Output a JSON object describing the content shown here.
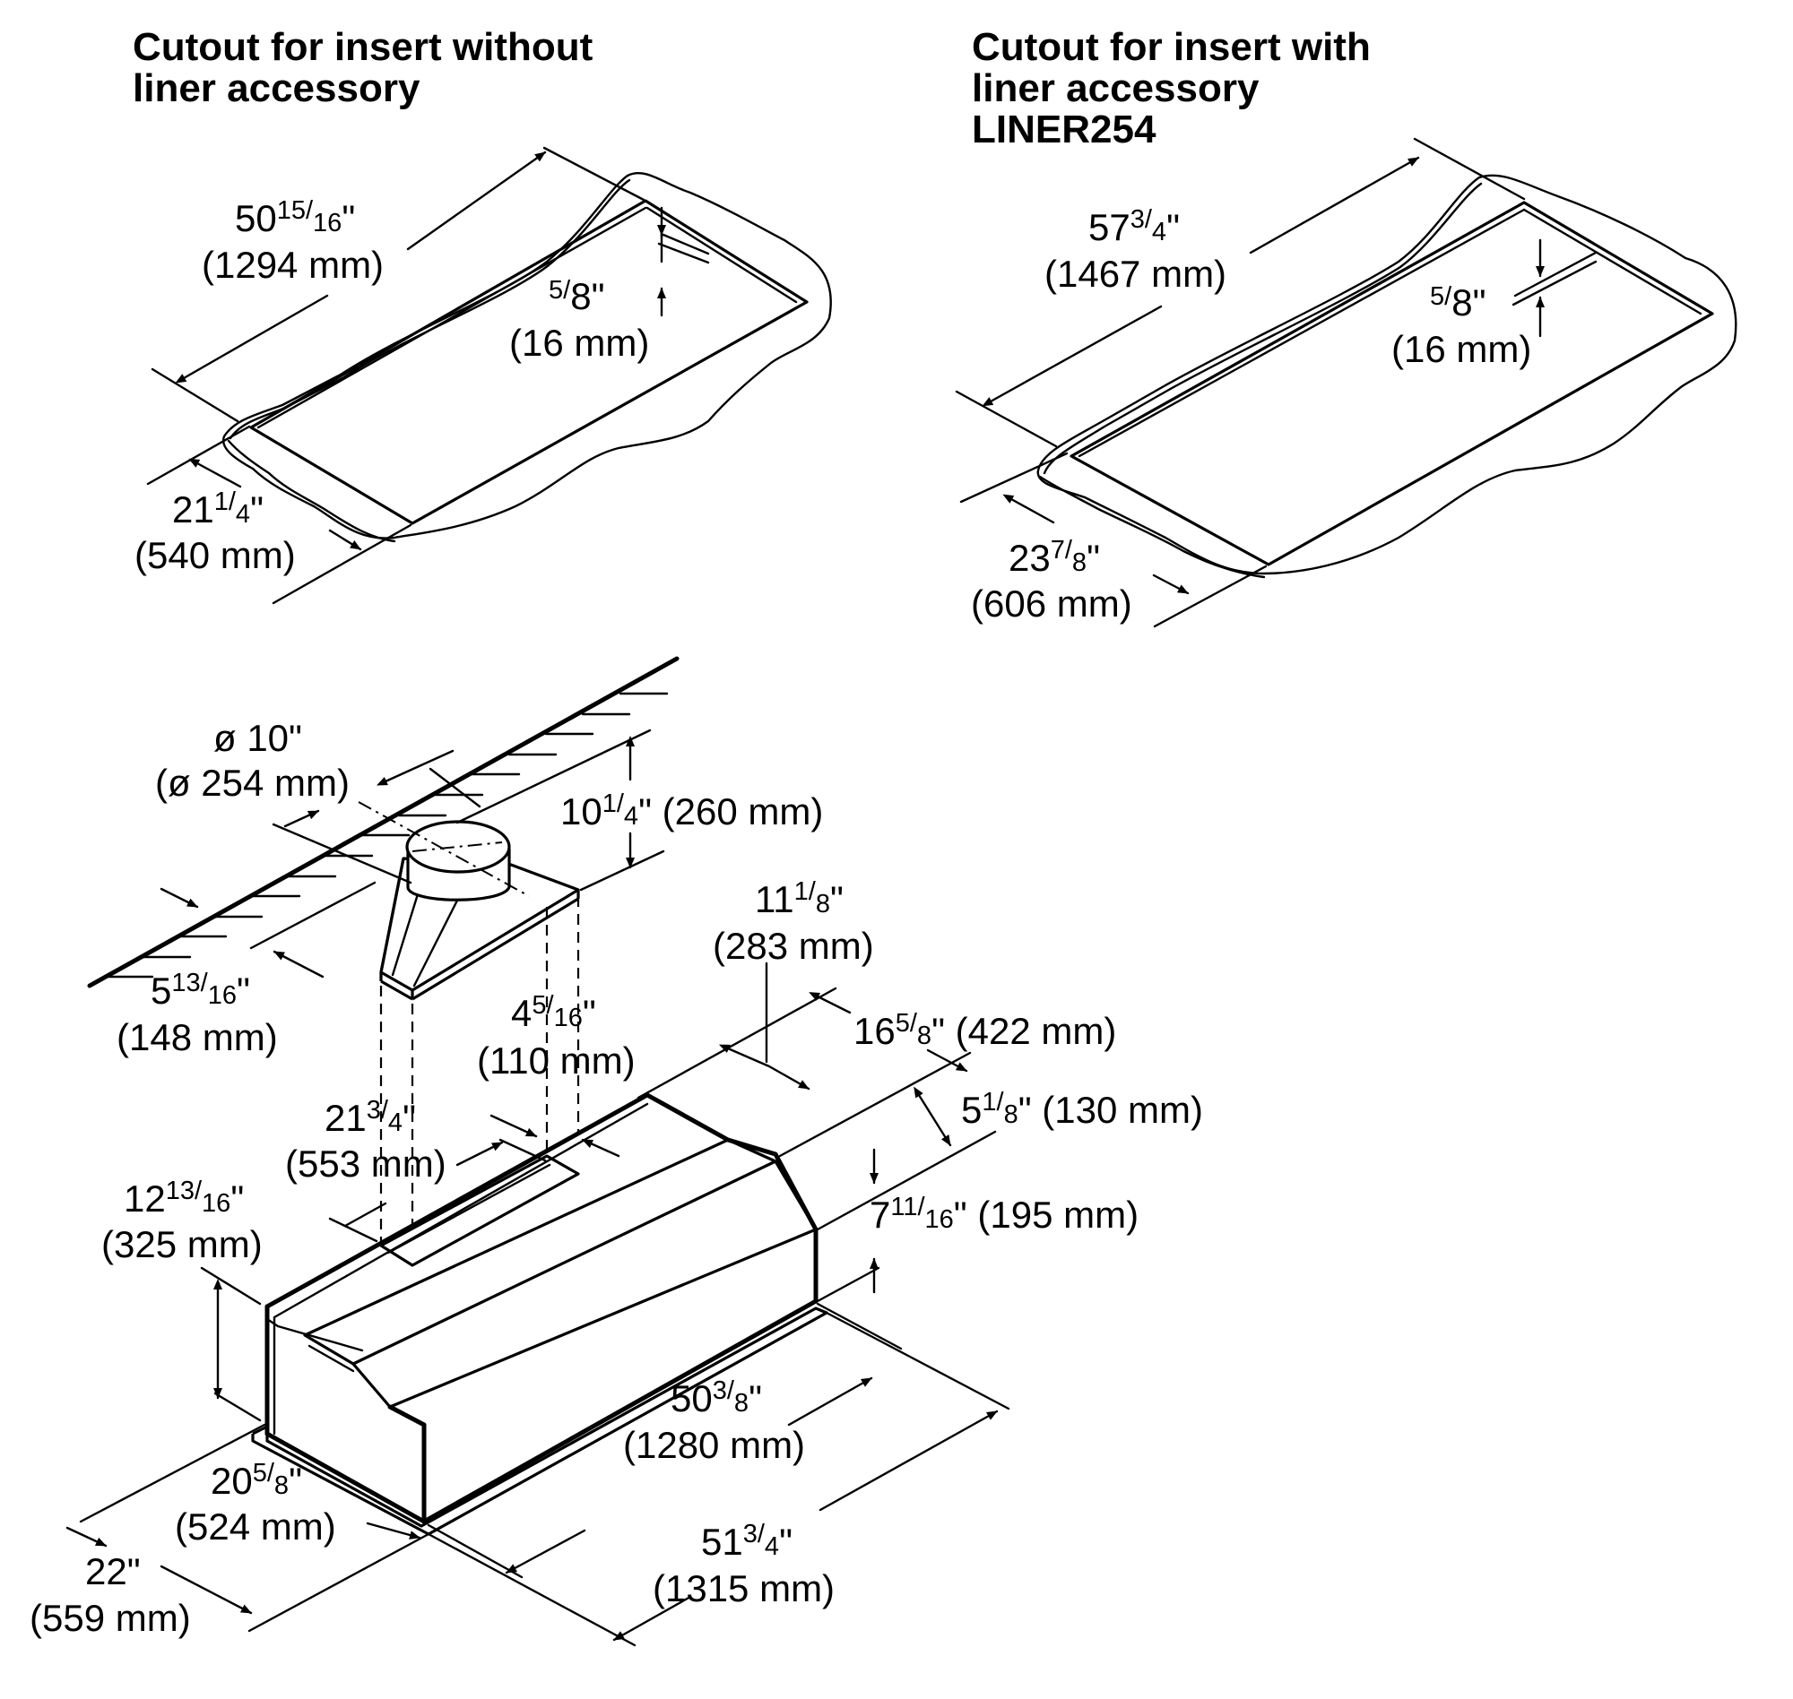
{
  "headings": {
    "without_liner_line1": "Cutout for insert without",
    "without_liner_line2": "liner accessory",
    "with_liner_line1": "Cutout for insert with",
    "with_liner_line2": "liner accessory",
    "with_liner_line3": "LINER254"
  },
  "cutout_without_liner": {
    "length": {
      "whole": "50",
      "num": "15",
      "den": "16",
      "unit": "\"",
      "mm": "(1294 mm)"
    },
    "depth": {
      "whole": "21",
      "num": "1",
      "den": "4",
      "unit": "\"",
      "mm": "(540 mm)"
    },
    "flange": {
      "num": "5",
      "den": "8",
      "unit": "\"",
      "mm": "(16 mm)"
    }
  },
  "cutout_with_liner": {
    "length": {
      "whole": "57",
      "num": "3",
      "den": "4",
      "unit": "\"",
      "mm": "(1467 mm)"
    },
    "depth": {
      "whole": "23",
      "num": "7",
      "den": "8",
      "unit": "\"",
      "mm": "(606 mm)"
    },
    "flange": {
      "num": "5",
      "den": "8",
      "unit": "\"",
      "mm": "(16 mm)"
    }
  },
  "insert_dimensions": {
    "duct_diameter": {
      "text": "ø 10\"",
      "mm": "(ø 254 mm)"
    },
    "duct_height": {
      "whole": "10",
      "num": "1",
      "den": "4",
      "unit": "\"",
      "mm": "(260 mm)"
    },
    "duct_offset": {
      "whole": "5",
      "num": "13",
      "den": "16",
      "unit": "\"",
      "mm": "(148 mm)"
    },
    "rear_offset": {
      "whole": "4",
      "num": "5",
      "den": "16",
      "unit": "\"",
      "mm": "(110 mm)"
    },
    "duct_from_side": {
      "whole": "21",
      "num": "3",
      "den": "4",
      "unit": "\"",
      "mm": "(553 mm)"
    },
    "top_depth": {
      "whole": "11",
      "num": "1",
      "den": "8",
      "unit": "\"",
      "mm": "(283 mm)"
    },
    "overall_depth_top": {
      "whole": "16",
      "num": "5",
      "den": "8",
      "unit": "\"",
      "mm": "(422 mm)"
    },
    "front_slope": {
      "whole": "5",
      "num": "1",
      "den": "8",
      "unit": "\"",
      "mm": "(130 mm)"
    },
    "front_height": {
      "whole": "7",
      "num": "11",
      "den": "16",
      "unit": "\"",
      "mm": "(195 mm)"
    },
    "overall_height": {
      "whole": "12",
      "num": "13",
      "den": "16",
      "unit": "\"",
      "mm": "(325 mm)"
    },
    "body_width": {
      "whole": "50",
      "num": "3",
      "den": "8",
      "unit": "\"",
      "mm": "(1280 mm)"
    },
    "body_depth": {
      "whole": "20",
      "num": "5",
      "den": "8",
      "unit": "\"",
      "mm": "(524 mm)"
    },
    "flange_depth": {
      "whole": "22",
      "num": "",
      "den": "",
      "unit": "\"",
      "mm": "(559 mm)"
    },
    "flange_width": {
      "whole": "51",
      "num": "3",
      "den": "4",
      "unit": "\"",
      "mm": "(1315 mm)"
    }
  }
}
